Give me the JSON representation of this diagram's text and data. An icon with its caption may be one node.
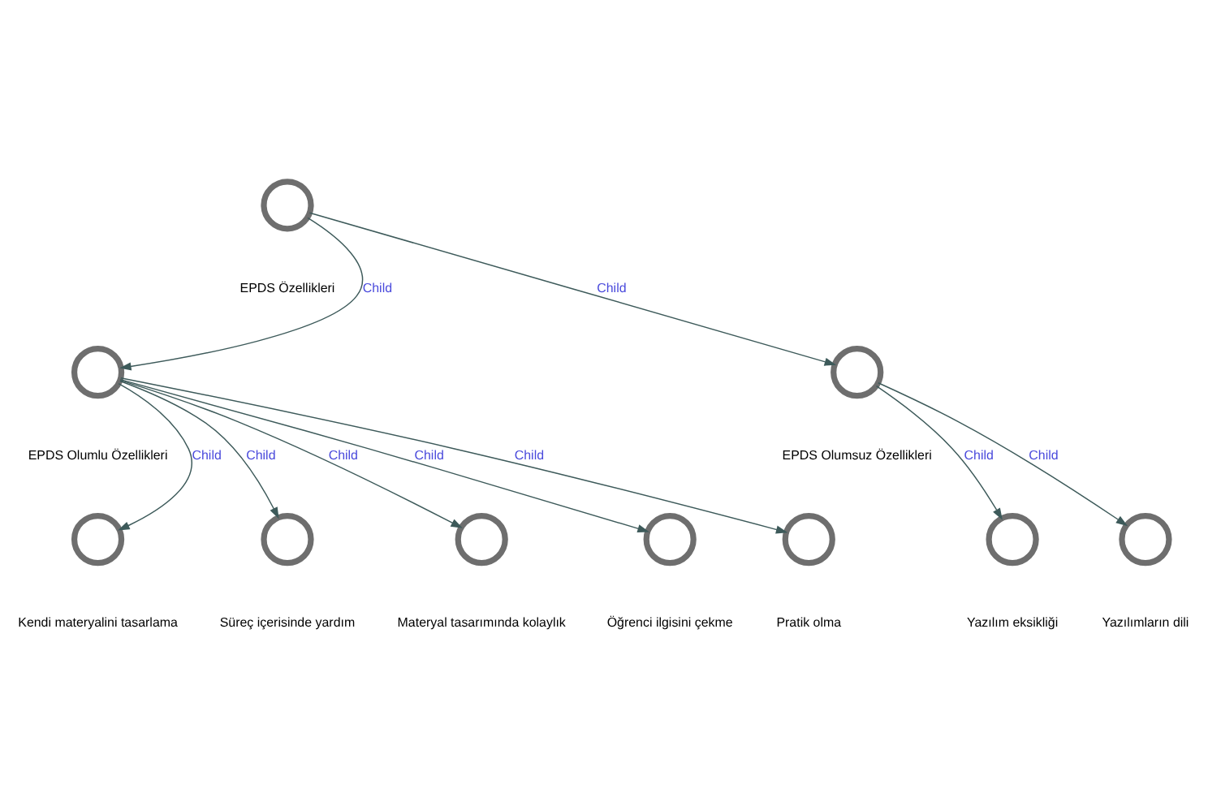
{
  "diagram": {
    "nodes": [
      {
        "text": [
          "EPDS Özellikleri"
        ]
      },
      {
        "text": [
          "EPDS Olumlu Özellikleri"
        ]
      },
      {
        "text": [
          "EPDS Olumsuz Özellikleri"
        ]
      },
      {
        "text": [
          "Kendi materyalini tasarlama"
        ]
      },
      {
        "text": [
          "Süreç içerisinde yardım"
        ]
      },
      {
        "text": [
          "Materyal tasarımında kolaylık"
        ]
      },
      {
        "text": [
          "Öğrenci ilgisini çekme"
        ]
      },
      {
        "text": [
          "Pratik olma"
        ]
      },
      {
        "text": [
          "Yazılım eksikliği"
        ]
      },
      {
        "text": [
          "Yazılımların dili"
        ]
      }
    ],
    "edges": [
      {
        "from": 0,
        "to": 1,
        "arrow": "to",
        "label": "Child"
      },
      {
        "from": 0,
        "to": 2,
        "arrow": "to",
        "label": "Child"
      },
      {
        "from": 1,
        "to": 3,
        "arrow": "to",
        "label": "Child"
      },
      {
        "from": 1,
        "to": 4,
        "arrow": "to",
        "label": "Child"
      },
      {
        "from": 1,
        "to": 5,
        "arrow": "to",
        "label": "Child"
      },
      {
        "from": 1,
        "to": 6,
        "arrow": "to",
        "label": "Child"
      },
      {
        "from": 1,
        "to": 7,
        "arrow": "to",
        "label": "Child"
      },
      {
        "from": 2,
        "to": 8,
        "arrow": "to",
        "label": "Child"
      },
      {
        "from": 2,
        "to": 9,
        "arrow": "to",
        "label": "Child"
      }
    ]
  }
}
